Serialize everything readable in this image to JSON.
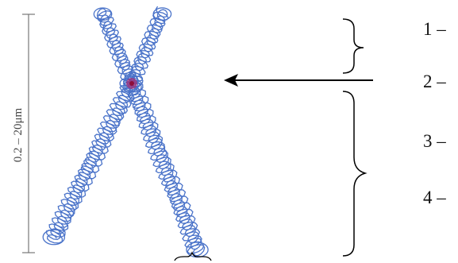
{
  "figure": {
    "scale_label": "0.2 – 20μm",
    "labels": [
      "1 –",
      "2 –",
      "3 –",
      "4 –"
    ],
    "colors": {
      "chromatin": "#4a73c9",
      "centromere": "#c2185b",
      "ink": "#000000",
      "scale_bar": "#777777"
    }
  }
}
